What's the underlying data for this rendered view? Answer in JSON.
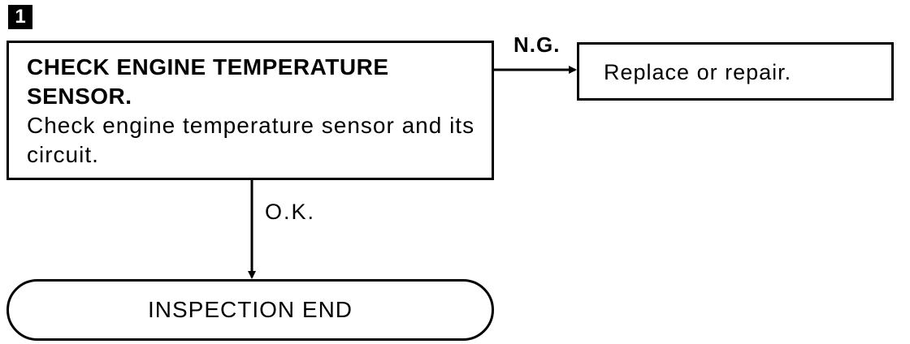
{
  "step_number": "1",
  "check": {
    "title": "CHECK ENGINE TEMPERATURE SENSOR.",
    "description": "Check engine temperature sensor and its circuit."
  },
  "ng_branch": {
    "label": "N.G.",
    "action": "Replace or repair."
  },
  "ok_branch": {
    "label": "O.K."
  },
  "end": {
    "label": "INSPECTION END"
  }
}
